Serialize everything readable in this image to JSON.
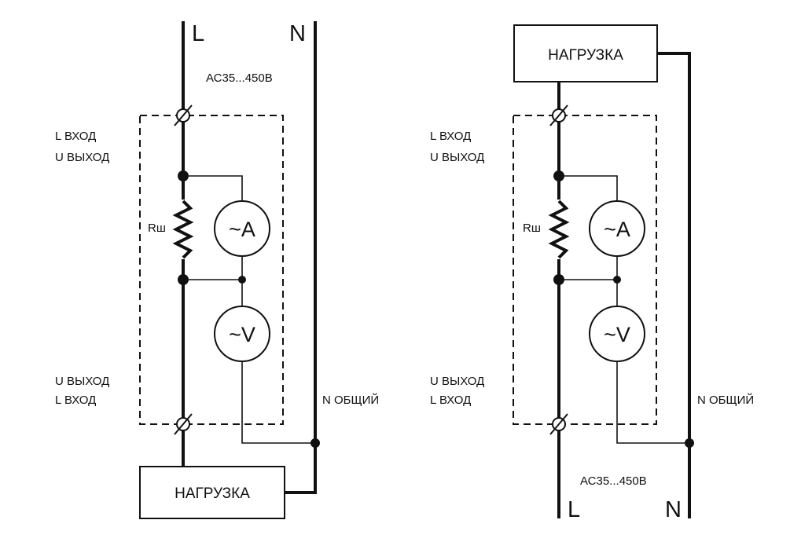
{
  "left": {
    "terminal_l": "L",
    "terminal_n": "N",
    "voltage_range": "АС35...450В",
    "top_port_line1": "L ВХОД",
    "top_port_line2": "U ВЫХОД",
    "bottom_port_line1": "U ВЫХОД",
    "bottom_port_line2": "L ВХОД",
    "shunt_label": "Rш",
    "ammeter_label": "~A",
    "voltmeter_label": "~V",
    "neutral_label": "N ОБЩИЙ",
    "load_label": "НАГРУЗКА"
  },
  "right": {
    "terminal_l": "L",
    "terminal_n": "N",
    "voltage_range": "АС35...450В",
    "top_port_line1": "L ВХОД",
    "top_port_line2": "U ВЫХОД",
    "bottom_port_line1": "U ВЫХОД",
    "bottom_port_line2": "L ВХОД",
    "shunt_label": "Rш",
    "ammeter_label": "~A",
    "voltmeter_label": "~V",
    "neutral_label": "N ОБЩИЙ",
    "load_label": "НАГРУЗКА"
  }
}
